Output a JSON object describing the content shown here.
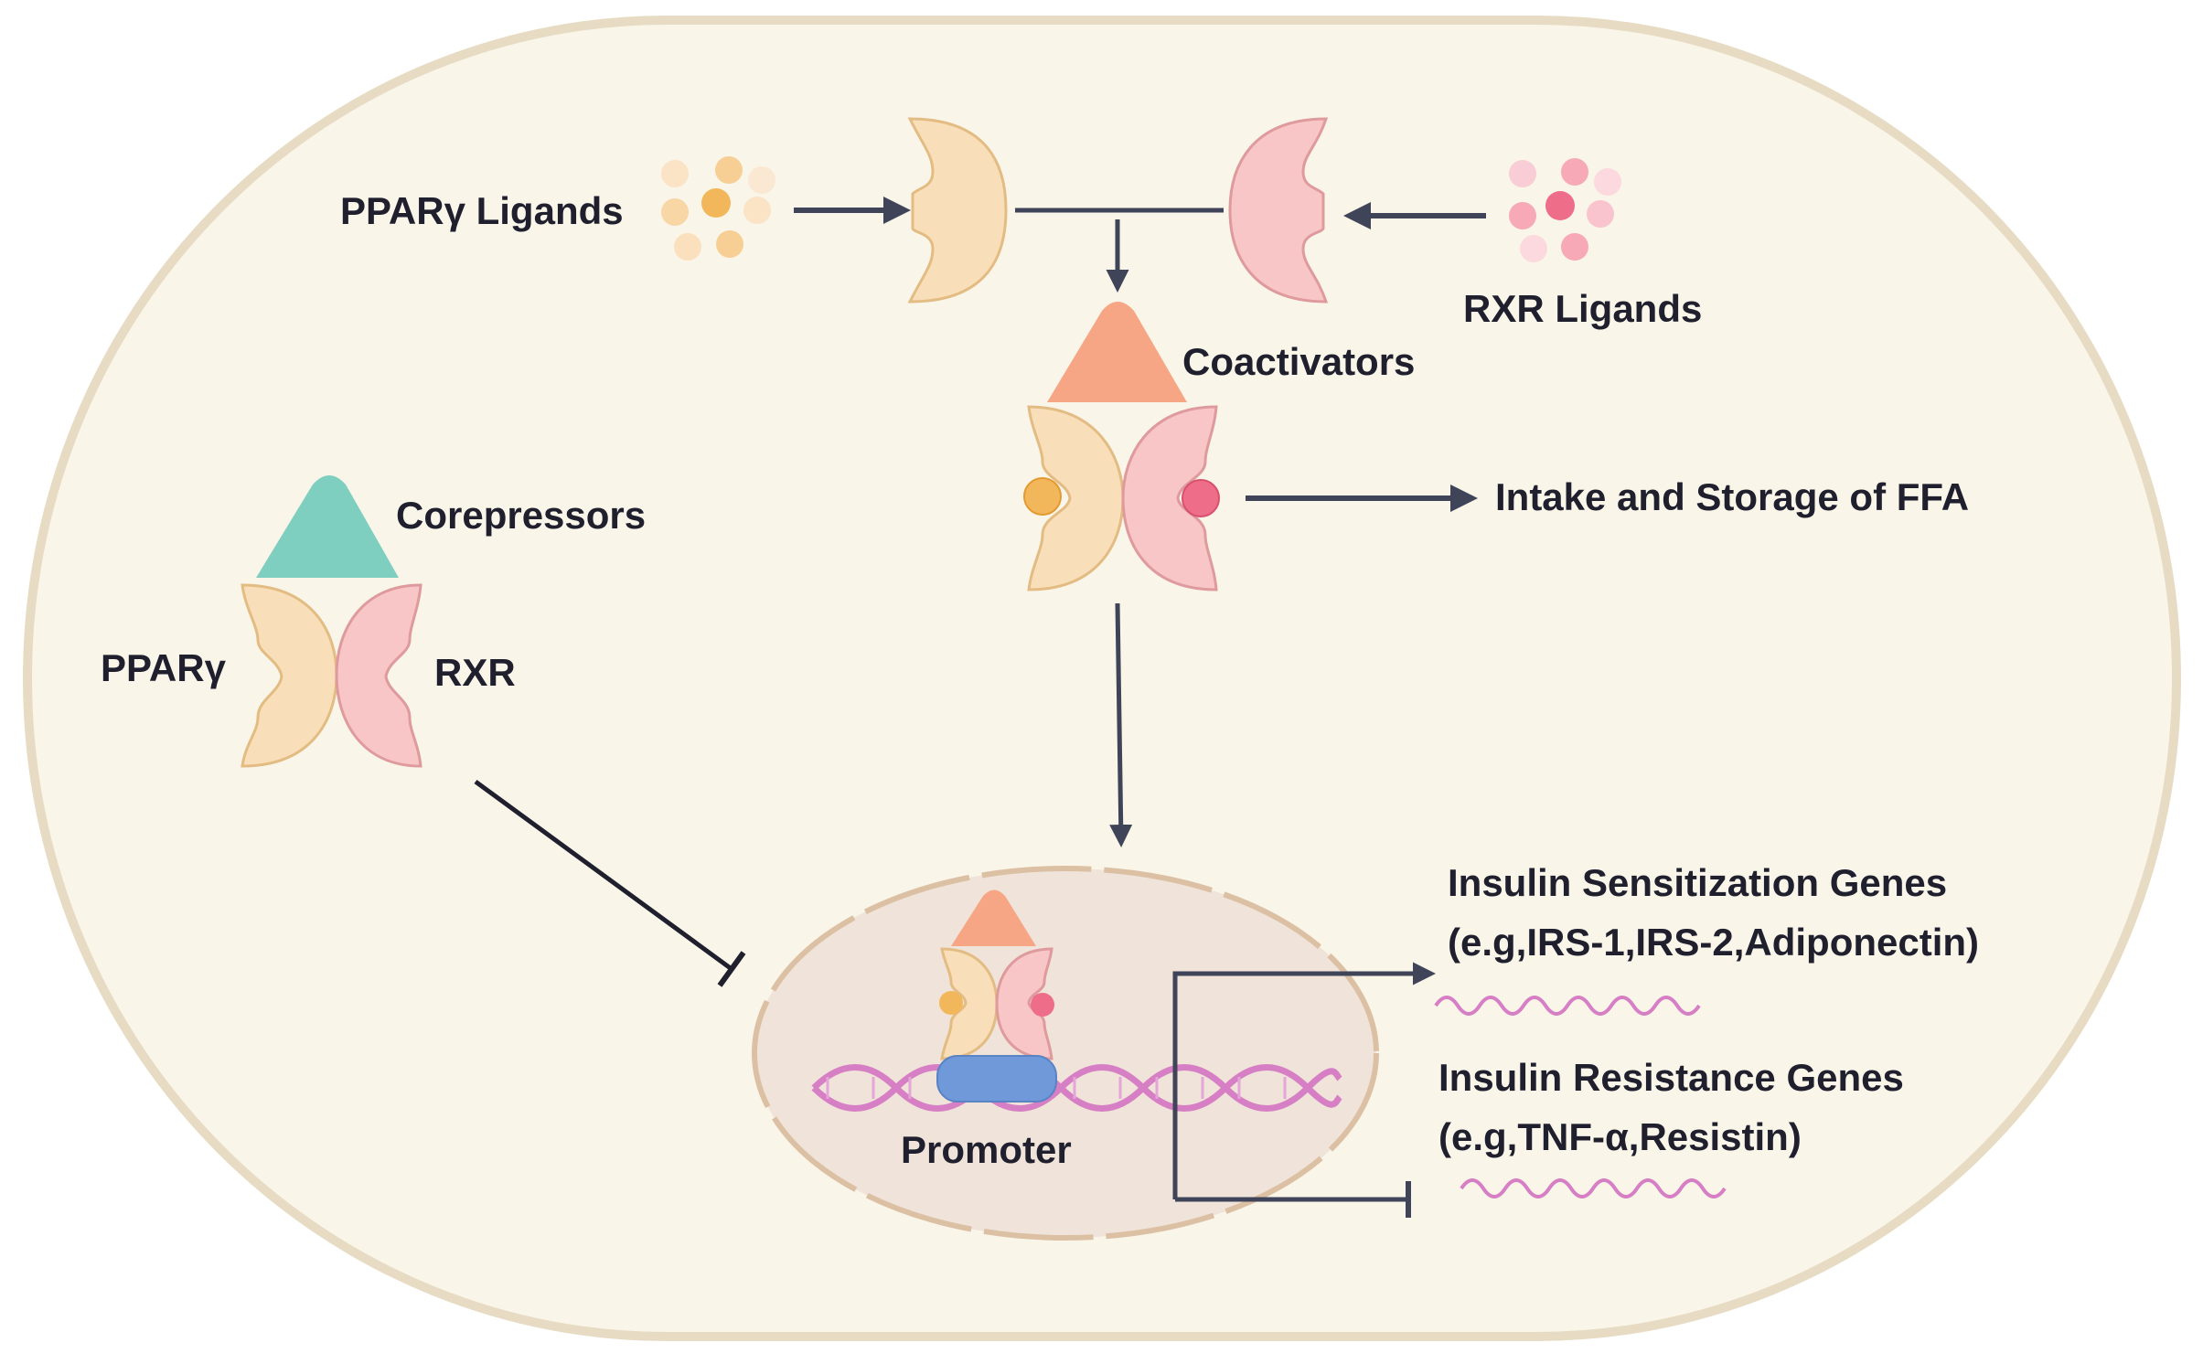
{
  "labels": {
    "ppar_ligands": "PPARγ Ligands",
    "rxr_ligands": "RXR Ligands",
    "coactivators": "Coactivators",
    "intake_storage": "Intake and Storage of FFA",
    "corepressors": "Corepressors",
    "ppar": "PPARγ",
    "rxr": "RXR",
    "promoter": "Promoter",
    "insulin_sens": "Insulin Sensitization Genes",
    "insulin_sens_eg": "(e.g,IRS-1,IRS-2,Adiponectin)",
    "insulin_res": "Insulin Resistance Genes",
    "insulin_res_eg": "(e.g,TNF-α,Resistin)"
  },
  "colors": {
    "cell_fill": "#f9f5e9",
    "cell_border": "#e7dcc3",
    "ppar_fill": "#f9dfb9",
    "ppar_stroke": "#e3bc83",
    "rxr_fill": "#f8c6c6",
    "rxr_stroke": "#de9a9c",
    "coactivator": "#f7a685",
    "corepressor": "#7fcfc0",
    "arrow": "#3f4458",
    "dna": "#d77fc4",
    "promoter_box": "#6f99d8",
    "nucleus_fill": "#efe3da",
    "nucleus_border": "#dcc0a3",
    "ppar_ligand": "#f2b75a",
    "rxr_ligand": "#ee6d88"
  }
}
